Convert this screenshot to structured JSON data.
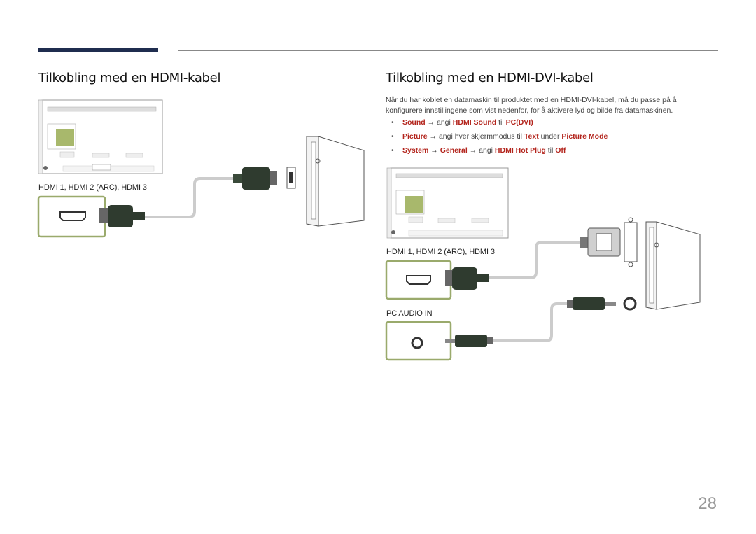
{
  "page": {
    "left_heading": "Tilkobling med en HDMI-kabel",
    "right_heading": "Tilkobling med en HDMI-DVI-kabel",
    "intro": "Når du har koblet en datamaskin til produktet med en HDMI-DVI-kabel, må du passe på å konfigurere innstillingene som vist nedenfor, for å aktivere lyd og bilde fra datamaskinen.",
    "page_number": "28"
  },
  "bullets": [
    {
      "a": "Sound",
      "arrow1": " → angi ",
      "b": "HDMI Sound",
      "mid": " til ",
      "c": "PC(DVI)"
    },
    {
      "a": "Picture",
      "arrow1": " → angi hver skjermmodus til ",
      "b": "Text",
      "mid": " under ",
      "c": "Picture Mode"
    },
    {
      "a": "System",
      "arrow1": " → ",
      "b": "General",
      "mid": " → angi ",
      "c": "HDMI Hot Plug",
      "tail_pre": " til ",
      "d": "Off"
    }
  ],
  "diagram": {
    "hdmi_port_label_left": "HDMI 1, HDMI 2 (ARC), HDMI 3",
    "hdmi_port_label_right": "HDMI 1, HDMI 2 (ARC), HDMI 3",
    "audio_port_label": "PC AUDIO IN"
  },
  "colors": {
    "accent_bar": "#1f2d4f",
    "highlight": "#b3241c",
    "port_frame": "#9aaa6c"
  }
}
